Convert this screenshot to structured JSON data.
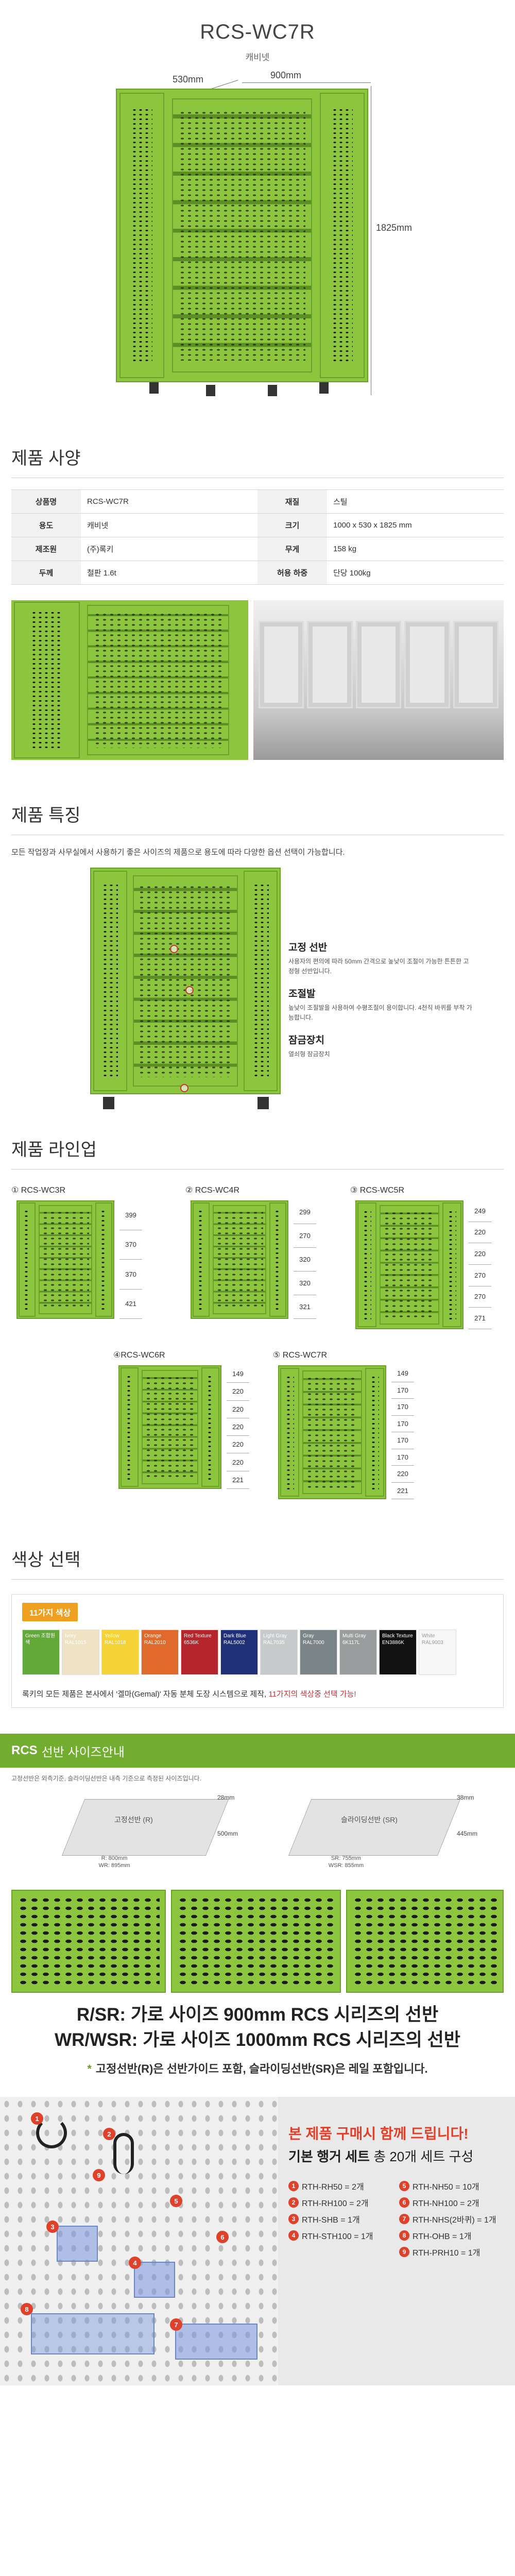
{
  "header": {
    "model": "RCS-WC7R",
    "subtitle": "캐비넷"
  },
  "dimensions": {
    "width": "900mm",
    "depth": "530mm",
    "height": "1825mm"
  },
  "spec": {
    "title": "제품 사양",
    "rows": [
      {
        "k1": "상품명",
        "v1": "RCS-WC7R",
        "k2": "재질",
        "v2": "스틸"
      },
      {
        "k1": "용도",
        "v1": "캐비넷",
        "k2": "크기",
        "v2": "1000 x 530 x 1825 mm"
      },
      {
        "k1": "제조원",
        "v1": "(주)록키",
        "k2": "무게",
        "v2": "158 kg"
      },
      {
        "k1": "두께",
        "v1": "철판 1.6t",
        "k2": "허용 하중",
        "v2": "단당 100kg"
      }
    ]
  },
  "features": {
    "title": "제품 특징",
    "desc": "모든 작업장과 사무실에서 사용하기 좋은 사이즈의 제품으로 용도에 따라 다양한 옵션 선택이 가능합니다.",
    "items": [
      {
        "title": "고정 선반",
        "text": "사용자의 편의에 따라 50mm 간격으로 높낮이 조절이 가능한 튼튼한 고정형 선반입니다."
      },
      {
        "title": "조절발",
        "text": "높낮이 조절발을 사용하여 수평조절이 용이합니다. 4천직 바퀴를 부착 가능합니다."
      },
      {
        "title": "잠금장치",
        "text": "열쇠형 잠금장치"
      }
    ]
  },
  "lineup": {
    "title": "제품 라인업",
    "models": [
      {
        "name": "① RCS-WC3R",
        "dims": [
          "399",
          "370",
          "370",
          "421"
        ]
      },
      {
        "name": "② RCS-WC4R",
        "dims": [
          "299",
          "270",
          "320",
          "320",
          "321"
        ]
      },
      {
        "name": "③ RCS-WC5R",
        "dims": [
          "249",
          "220",
          "220",
          "270",
          "270",
          "271"
        ]
      },
      {
        "name": "④RCS-WC6R",
        "dims": [
          "149",
          "220",
          "220",
          "220",
          "220",
          "220",
          "221"
        ]
      },
      {
        "name": "⑤ RCS-WC7R",
        "dims": [
          "149",
          "170",
          "170",
          "170",
          "170",
          "170",
          "220",
          "221"
        ]
      }
    ]
  },
  "colors": {
    "title": "색상 선택",
    "tag": "11가지 색상",
    "swatches": [
      {
        "name": "Green 조합원색",
        "hex": "#62a83a",
        "text": "#ffffff"
      },
      {
        "name": "Ivory RAL1015",
        "hex": "#efe3c3",
        "text": "#ffffff"
      },
      {
        "name": "Yellow RAL1018",
        "hex": "#f5d236",
        "text": "#ffffff"
      },
      {
        "name": "Orange RAL2010",
        "hex": "#e06a2b",
        "text": "#ffffff"
      },
      {
        "name": "Red Texture 6536K",
        "hex": "#b5252c",
        "text": "#ffffff"
      },
      {
        "name": "Dark Blue RAL5002",
        "hex": "#1f2f78",
        "text": "#ffffff"
      },
      {
        "name": "Light Gray RAL7035",
        "hex": "#c7cacb",
        "text": "#ffffff"
      },
      {
        "name": "Gray RAL7000",
        "hex": "#7b8588",
        "text": "#ffffff"
      },
      {
        "name": "Multi Gray 6K117L",
        "hex": "#9a9d9d",
        "text": "#ffffff"
      },
      {
        "name": "Black Texture EN3886K",
        "hex": "#111111",
        "text": "#ffffff"
      },
      {
        "name": "White RAL9003",
        "hex": "#f6f6f6",
        "text": "#9a9a9a"
      }
    ],
    "note_prefix": "록키의 모든 제품은 본사에서 '겔마(Gemal)' 자동 분체 도장 시스템으로 제작, ",
    "note_highlight": "11가지의 색상중 선택 가능!"
  },
  "shelf": {
    "banner_bold": "RCS",
    "banner_text": "선반 사이즈안내",
    "note": "고정선반은 외측기준, 슬라이딩선반은 내측 기준으로 측정된 사이즈입니다.",
    "fixed": {
      "label": "고정선반 (R)",
      "height": "28mm",
      "depth": "500mm",
      "width": "R: 800mm\nWR: 895mm"
    },
    "sliding": {
      "label": "슬라이딩선반 (SR)",
      "height": "38mm",
      "depth": "445mm",
      "width": "SR: 755mm\nWSR: 855mm"
    },
    "line1": "R/SR: 가로 사이즈 900mm RCS 시리즈의 선반",
    "line2": "WR/WSR: 가로 사이즈 1000mm RCS 시리즈의 선반",
    "note_a": "고정선반(R)은 선반가이드 포함, 슬라이딩선반(SR)은 레일 포함입니다."
  },
  "hanger": {
    "headline": "본 제품 구매시 함께 드립니다!",
    "title_bold": "기본 행거 세트",
    "title_rest": " 총 20개 세트 구성",
    "items": [
      {
        "n": "1",
        "t": "RTH-RH50 = 2개"
      },
      {
        "n": "5",
        "t": "RTH-NH50 = 10개"
      },
      {
        "n": "2",
        "t": "RTH-RH100 = 2개"
      },
      {
        "n": "6",
        "t": "RTH-NH100 = 2개"
      },
      {
        "n": "3",
        "t": "RTH-SHB = 1개"
      },
      {
        "n": "7",
        "t": "RTH-NHS(2바퀴) = 1개"
      },
      {
        "n": "4",
        "t": "RTH-STH100 = 1개"
      },
      {
        "n": "8",
        "t": "RTH-OHB = 1개"
      },
      {
        "n": "",
        "t": ""
      },
      {
        "n": "9",
        "t": "RTH-PRH10 = 1개"
      }
    ]
  }
}
